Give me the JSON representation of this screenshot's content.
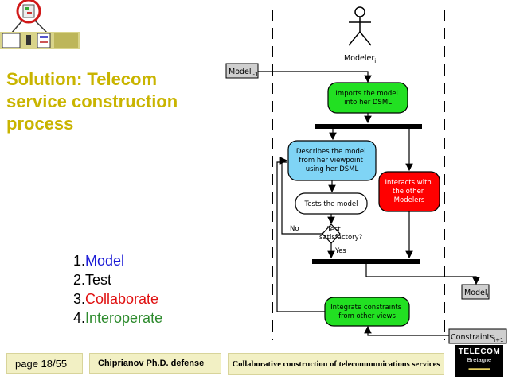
{
  "slide": {
    "title": "Solution: Telecom service construction process",
    "steps": [
      {
        "num": "1.",
        "label": "Model",
        "color": "#1a1ad6"
      },
      {
        "num": "2.",
        "label": "Test",
        "color": "#000000"
      },
      {
        "num": "3.",
        "label": "Collaborate",
        "color": "#e01010"
      },
      {
        "num": "4.",
        "label": "Interoperate",
        "color": "#2e8b2e"
      }
    ]
  },
  "diagram": {
    "actor_label": "Modeler",
    "actor_sub": "i",
    "input_model": {
      "label": "Model",
      "sub": "i-1"
    },
    "output_model": {
      "label": "Model",
      "sub": "i"
    },
    "constraints": {
      "label": "Constraints",
      "sub": "i+1"
    },
    "import_node": [
      "Imports the model",
      "into her DSML"
    ],
    "describe_node": [
      "Describes the model",
      "from her viewpoint",
      "using her DSML"
    ],
    "interact_node": [
      "Interacts with",
      "the other",
      "Modelers"
    ],
    "test_node": "Tests the model",
    "decision_label": [
      "Test",
      "satisfactory?"
    ],
    "no_label": "No",
    "yes_label": "Yes",
    "integrate_node": [
      "Integrate constraints",
      "from other views"
    ],
    "colors": {
      "green": "#22e022",
      "blue": "#7fd4f5",
      "red": "#ff0000",
      "gray": "#cfcfcf"
    }
  },
  "footer": {
    "page": "page 18/55",
    "author": "Chiprianov Ph.D. defense",
    "title": "Collaborative construction of telecommunications services"
  },
  "logo": {
    "line1": "TELECOM",
    "line2": "Bretagne"
  }
}
